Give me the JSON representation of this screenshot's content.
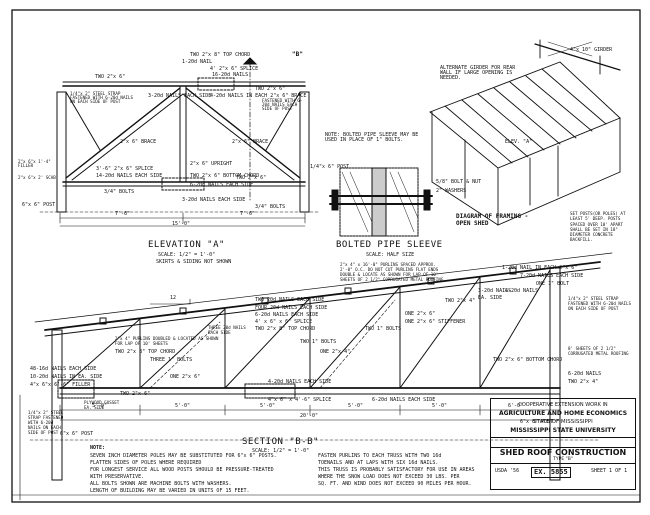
{
  "elevation_a": {
    "title": "ELEVATION \"A\"",
    "scale": "SCALE: 1/2\" = 1'-0\"",
    "note": "SKIRTS & SIDING NOT SHOWN",
    "section_mark": "\"B\"",
    "labels": {
      "top_chord": "TWO 2\"x 8\" TOP CHORD",
      "nails_1": "1-20d NAIL",
      "splice_top": "4' 2\"x 6\" SPLICE",
      "nails_top_splice": "16-20d NAILS",
      "two_2x6_left": "TWO 2\"x 6\"",
      "steel_strap": "1/4\"x 2\" STEEL STRAP FASTENED WITH 6-20d NAILS ON EACH SIDE OF POST",
      "nails_each_side": "3-20d NAILS EACH SIDE",
      "nails_brace": "4-20d NAILS IN EACH 2\"x 6\" BRACE",
      "two_2x6_right": "TWO 2\"x 6\"",
      "fastened_nails": "FASTENED WITH 6-20d NAILS EACH SIDE OF POST",
      "brace_left": "2\"x 6\" BRACE",
      "brace_right": "2\"x 6\" BRACE",
      "upright": "2\"x 6\" UPRIGHT",
      "bottom_chord": "TWO 2\"x 6\" BOTTOM CHORD",
      "splice_bottom": "3'-6\" 2\"x 6\" SPLICE",
      "nails_splice": "14-20d NAILS EACH SIDE",
      "nails_chord": "6-20d NAILS EACH SIDE",
      "nails_bottom": "3-20d NAILS EACH SIDE",
      "bolts_left": "3/4\" BOLTS",
      "bolts_right": "3/4\" BOLTS",
      "filler": "2\"x 6\"x 1'-4\" FILLER",
      "scab": "2\"x 6\"x 2' SCAB",
      "post_left": "6\"x 6\" POST",
      "post_right": "1/4\"x 6\" POST",
      "two_2x6_mid": "TWO 2\"x 6\"",
      "dim_left": "7'-6\"",
      "dim_right": "7'-6\"",
      "dim_total": "15'-0\""
    }
  },
  "pipe_sleeve": {
    "title": "BOLTED PIPE SLEEVE",
    "scale": "SCALE: HALF SIZE",
    "note": "NOTE: BOLTED PIPE SLEEVE MAY BE USED IN PLACE OF 1\" BOLTS.",
    "bolt": "5/8\" BOLT & NUT",
    "washers": "2\" WASHERS"
  },
  "framing_diagram": {
    "title": "DIAGRAM OF FRAMING - OPEN SHED",
    "girder_note": "ALTERNATE GIRDER FOR REAR WALL IF LARGE OPENING IS NEEDED.",
    "girder": "4\"x 10\" GIRDER",
    "elev_mark": "ELEV. \"A\"",
    "post_note": "SET POSTS(OR POLES) AT LEAST 5' DEEP. POSTS SPACED OVER 10' APART SHALL BE SET IN 18\" DIAMETER CONCRETE BACKFILL."
  },
  "section_bb": {
    "title": "SECTION \"B-B\"",
    "scale": "SCALE: 1/2\" = 1'-0\"",
    "labels": {
      "purlins": "2\"x 4\" x 16'-0\" PURLINS SPACED APPROX. 2'-0\" O.C. DO NOT CUT PURLINS FLAT ENDS DOUBLE & LOCATE AS SHOWN FOR LAP OF 10' SHEETS OF 2 1/2\" CORRUGATED METAL ROOFING",
      "rafter_nails": "1-20d NAIL IN EACH 2\"x 6\"",
      "nails_7": "7-20d NAILS EACH SIDE",
      "one_1_bolt": "ONE 1\" BOLT",
      "nails_3": "3-20d NAILS",
      "nails_4": "4-20d NAILS",
      "ea_side": "EA. SIDE",
      "steel_strap_right": "1/4\"x 2\" STEEL STRAP FASTENED WITH 6-20d NAILS ON EACH SIDE OF POST",
      "two_2x4": "TWO 2\"x 4\"",
      "two_20d": "TWO 20d NAILS EACH SIDE",
      "four_20d": "FOUR 20d NAILS EACH SIDE",
      "six_20d": "6-20d NAILS EACH SIDE",
      "splice": "4' x 6\" x 6\" SPLICE",
      "two_2x8_top": "TWO 2\"x 8\" TOP CHORD",
      "two_1_bolts": "TWO 1\" BOLTS",
      "one_2x6": "ONE 2\"x 6\"",
      "stiffener": "ONE 2\"x 6\" STIFFENER",
      "purlin_double": "2\"x 4\" PURLINS DOUBLED & LOCATED AS SHOWN FOR LAP OF 10' SHEETS",
      "two_2x8_chord": "TWO 2\"x 8\" TOP CHORD",
      "three_20d": "THREE 20d NAILS EACH SIDE",
      "two_1_bolts_2": "TWO 1\" BOLTS",
      "one_2x4": "ONE 2\"x 4\"",
      "corrugated": "8' SHEETS OF 2 1/2\" CORRUGATED METAL ROOFING",
      "two_2x6_bottom": "TWO 2\"x 6\" BOTTOM CHORD",
      "nails_6_each": "6-20d NAILS",
      "two_2x4_vert": "TWO 2\"x 4\"",
      "nails_48": "48-16d NAILS EACH SIDE",
      "nails_10": "10-20d NAILS IN EA. SIDE",
      "filler_left": "4\"x 6\"x 6'-6\" FILLER",
      "three_1_bolts": "THREE 1\" BOLTS",
      "one_2x6_left": "ONE 2\"x 6\"",
      "nails_4_each": "4-20d NAILS EACH SIDE",
      "splice_bottom": "4\"x 6\" x 4'-6\" SPLICE",
      "nails_6_ea": "6-20d NAILS EACH SIDE",
      "steel_strap_left": "1/4\"x 2\" STEEL STRAP FASTENED WITH 6-20d NAILS ON EACH SIDE OF POST",
      "plywood_gusset": "PLYWOOD GUSSET EA. SIDE",
      "two_2x6_ea": "TWO 2\"x 6\"",
      "post_left": "6\"x 6\" POST",
      "post_mid": "6\"x 6\" POST",
      "dim_1": "5'-0\"",
      "dim_2": "5'-0\"",
      "dim_3": "5'-0\"",
      "dim_4": "5'-0\"",
      "dim_5": "5'-0\"",
      "dim_6": "6'-0\"",
      "dim_total": "20'-0\"",
      "slope": "12"
    }
  },
  "notes": {
    "heading": "NOTE:",
    "left": [
      "SEVEN INCH DIAMETER POLES MAY BE SUBSTITUTED FOR 6\"x 6\" POSTS.",
      "FLATTEN SIDES OF POLES WHERE REQUIRED",
      "FOR LONGEST SERVICE ALL WOOD POSTS SHOULD BE PRESSURE-TREATED",
      "WITH PRESERVATIVE.",
      "ALL BOLTS SHOWN ARE MACHINE BOLTS WITH WASHERS.",
      "LENGTH OF BUILDING MAY BE VARIED IN UNITS OF 15 FEET."
    ],
    "right": [
      "FASTEN PURLINS TO EACH TRUSS WITH TWO 16d",
      "TOENAILS AND AT LAPS WITH SIX 16d NAILS.",
      "THIS TRUSS IS PROBABLY SATISFACTORY FOR USE IN AREAS",
      "WHERE THE SNOW LOAD DOES NOT EXCEED 30 LBS. PER",
      "SQ. FT. AND WIND DOES NOT EXCEED 90 MILES PER HOUR."
    ]
  },
  "title_block": {
    "coop_line1": "COOPERATIVE EXTENSION WORK IN",
    "coop_line2": "AGRICULTURE AND HOME ECONOMICS",
    "coop_line3": "STATE OF MISSISSIPPI",
    "university": "MISSISSIPPI STATE UNIVERSITY",
    "drawing_title": "SHED ROOF CONSTRUCTION",
    "type": "TYPE \"B\"",
    "agency": "USDA '56",
    "plan_no": "EX. 5855",
    "sheet": "SHEET 1 OF 1"
  }
}
